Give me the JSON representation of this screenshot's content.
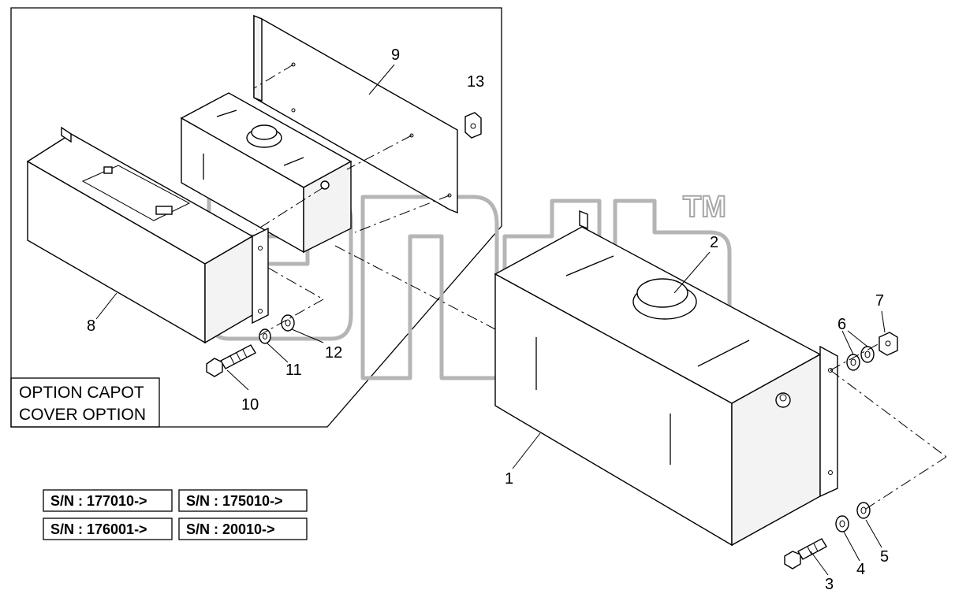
{
  "callouts": {
    "c1": "1",
    "c2": "2",
    "c3": "3",
    "c4": "4",
    "c5": "5",
    "c6": "6",
    "c7": "7",
    "c8": "8",
    "c9": "9",
    "c10": "10",
    "c11": "11",
    "c12": "12",
    "c13": "13"
  },
  "option_box": {
    "line1": "OPTION CAPOT",
    "line2": "COVER OPTION"
  },
  "serial_numbers": [
    "S/N : 177010->",
    "S/N : 175010->",
    "S/N : 176001->",
    "S/N : 20010->"
  ],
  "watermark": {
    "trademark": "TM",
    "logo": "aмаb-logo"
  },
  "colors": {
    "line": "#000000",
    "background": "#ffffff",
    "watermark": "#b5b5b5"
  }
}
